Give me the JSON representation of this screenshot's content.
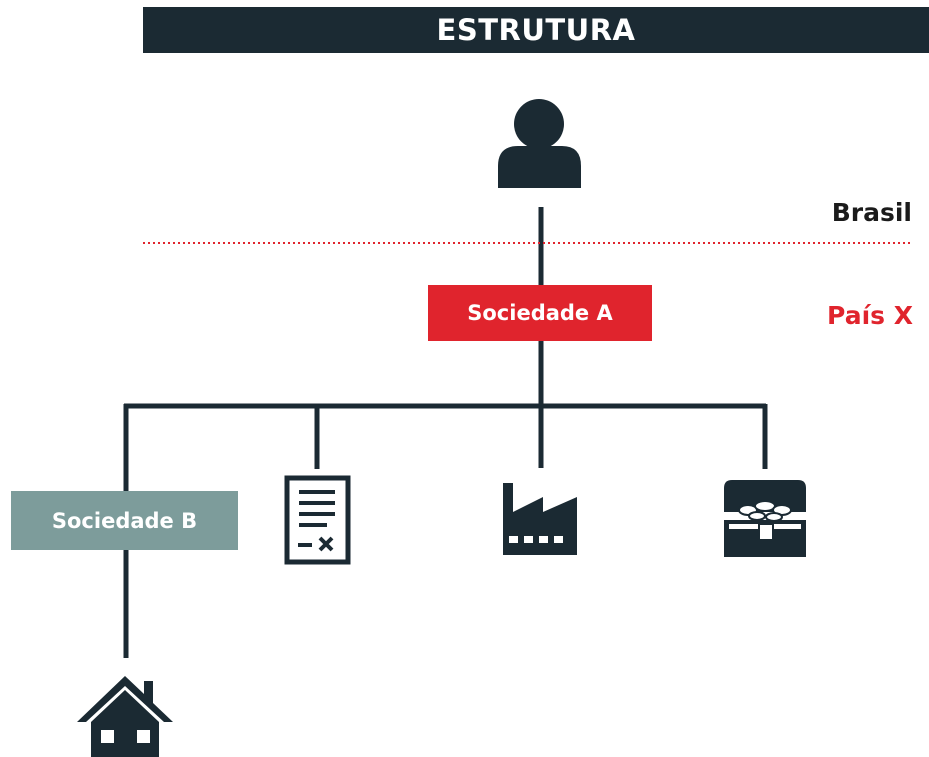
{
  "header": {
    "title": "ESTRUTURA"
  },
  "regions": {
    "upper": "Brasil",
    "lower": "País X"
  },
  "entities": {
    "company_a": "Sociedade A",
    "company_b": "Sociedade B"
  },
  "icons": {
    "owner": "person-icon",
    "asset_1": "document-icon",
    "asset_2": "factory-icon",
    "asset_3": "treasure-chest-icon",
    "asset_4": "house-icon"
  },
  "colors": {
    "dark": "#1b2a33",
    "accent_red": "#e0242d",
    "teal_gray": "#7d9c9b",
    "divider": "#e0242d"
  }
}
